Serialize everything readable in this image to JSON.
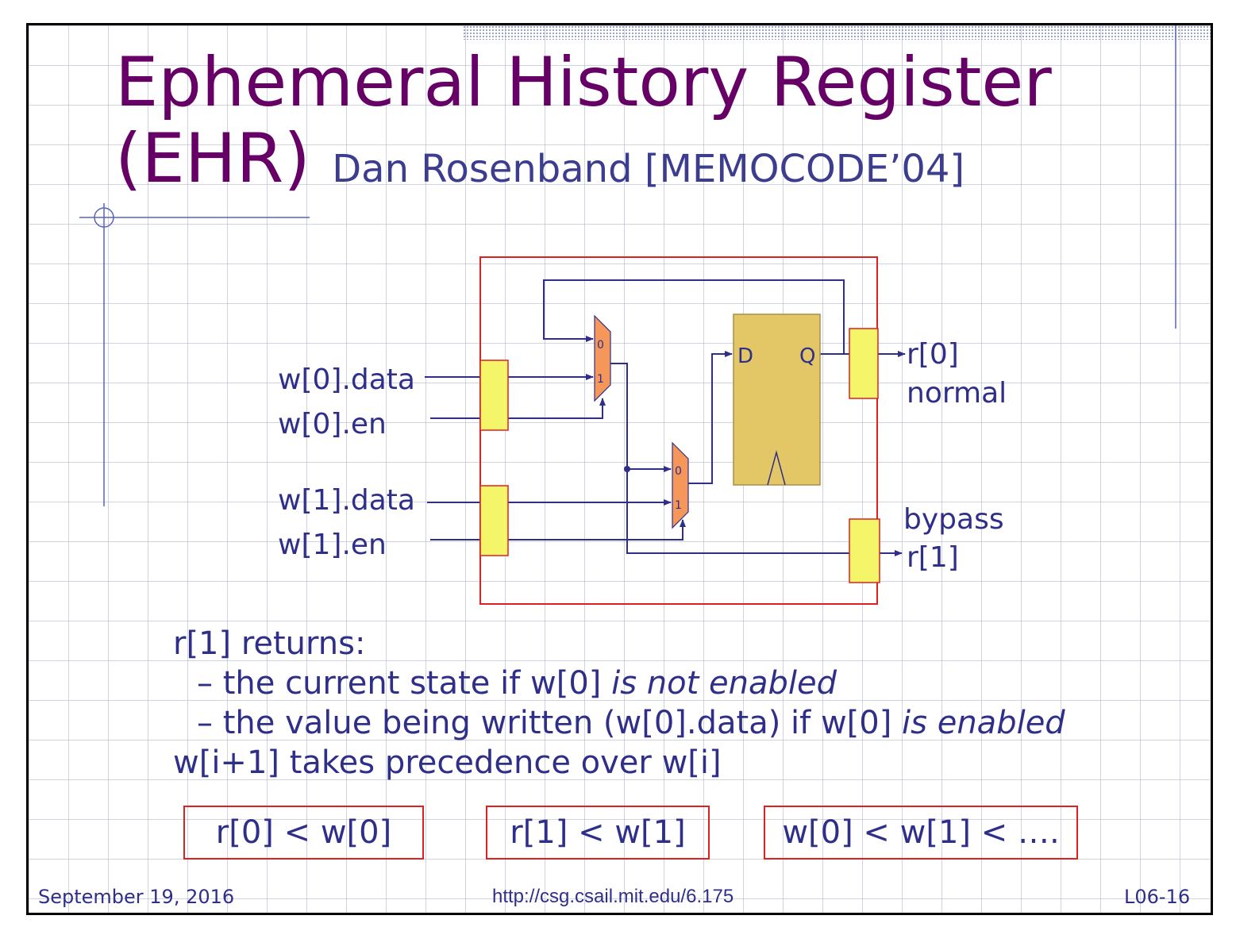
{
  "slide": {
    "title": "Ephemeral History Register",
    "title_line2": "(EHR)",
    "subtitle": "Dan Rosenband [MEMOCODE’04]"
  },
  "diagram": {
    "inputs": [
      "w[0].data",
      "w[0].en",
      "w[1].data",
      "w[1].en"
    ],
    "mux_input_0": "0",
    "mux_input_1": "1",
    "register_d": "D",
    "register_q": "Q",
    "output_0": "r[0]",
    "output_0_note": "normal",
    "output_1_note": "bypass",
    "output_1": "r[1]"
  },
  "text": {
    "line1": "r[1] returns:",
    "line2_prefix": "– the current state if w[0] ",
    "line2_italic": "is not enabled",
    "line3_prefix": "– the value being written (w[0].data) if w[0] ",
    "line3_italic": "is enabled",
    "line4": "w[i+1] takes precedence over w[i]"
  },
  "relations": [
    "r[0] < w[0]",
    "r[1] < w[1]",
    "w[0] < w[1] < …."
  ],
  "footer": {
    "date": "September 19, 2016",
    "url": "http://csg.csail.mit.edu/6.175",
    "page": "L06-16"
  },
  "colors": {
    "title": "#660066",
    "text": "#2f2f8a",
    "box_border": "#e02020",
    "port_fill": "#f5f56a",
    "mux_fill": "#f5965a",
    "register_fill": "#e3c767"
  }
}
